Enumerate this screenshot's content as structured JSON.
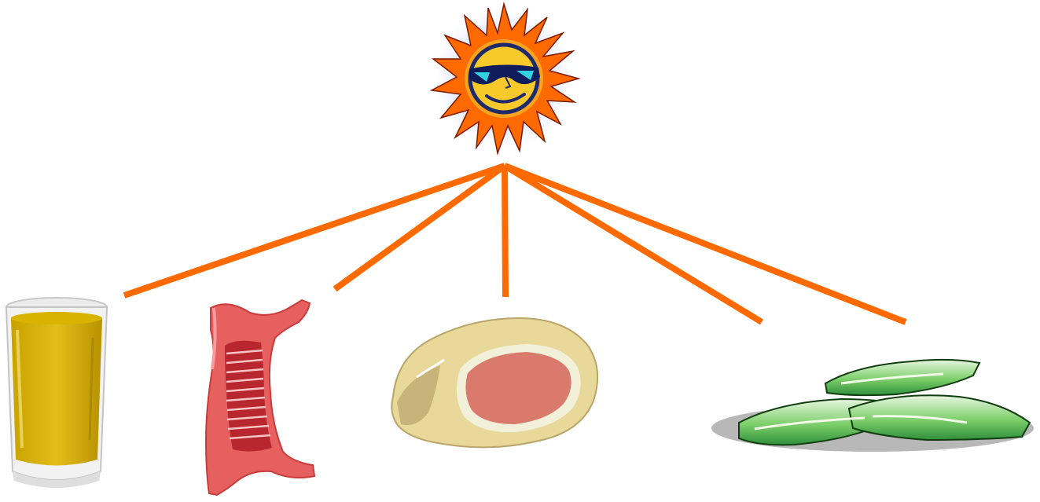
{
  "colors": {
    "connector": "#ff6a00",
    "background": "#ffffff"
  },
  "diagram": {
    "hub": {
      "icon": "cool-sun-with-sunglasses-icon"
    },
    "nodes": [
      {
        "id": "juice",
        "icon": "glass-of-juice-icon"
      },
      {
        "id": "ribs",
        "icon": "meat-ribs-icon"
      },
      {
        "id": "roast",
        "icon": "roast-meat-icon"
      },
      {
        "id": "spacer",
        "icon": ""
      },
      {
        "id": "endive",
        "icon": "endive-vegetables-icon"
      }
    ]
  }
}
